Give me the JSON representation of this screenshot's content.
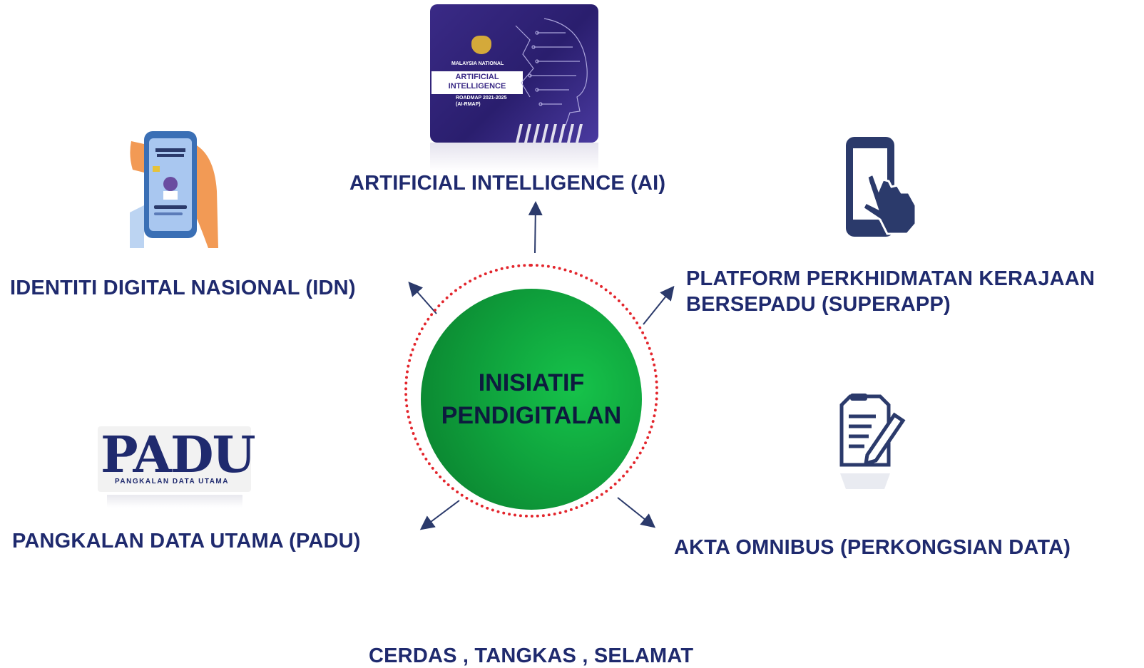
{
  "center": {
    "line1": "INISIATIF",
    "line2": "PENDIGITALAN"
  },
  "initiatives": {
    "ai": "ARTIFICIAL INTELLIGENCE (AI)",
    "idn": "IDENTITI DIGITAL NASIONAL (IDN)",
    "superapp_line1": "PLATFORM PERKHIDMATAN KERAJAAN",
    "superapp_line2": "BERSEPADU (SUPERAPP)",
    "padu": "PANGKALAN DATA UTAMA (PADU)",
    "omnibus": "AKTA OMNIBUS (PERKONGSIAN DATA)"
  },
  "ai_card": {
    "line1": "MALAYSIA NATIONAL",
    "line2": "ARTIFICIAL",
    "line3": "INTELLIGENCE",
    "line4": "ROADMAP 2021-2025",
    "line5": "(AI-RMAP)"
  },
  "padu_logo": {
    "word": "PADU",
    "subtitle": "PANGKALAN DATA UTAMA"
  },
  "tagline": "CERDAS , TANGKAS , SELAMAT",
  "colors": {
    "label": "#1f2a6e",
    "ring": "#e3262d",
    "circle": "#0fa33d",
    "icon": "#2b3a6b"
  }
}
